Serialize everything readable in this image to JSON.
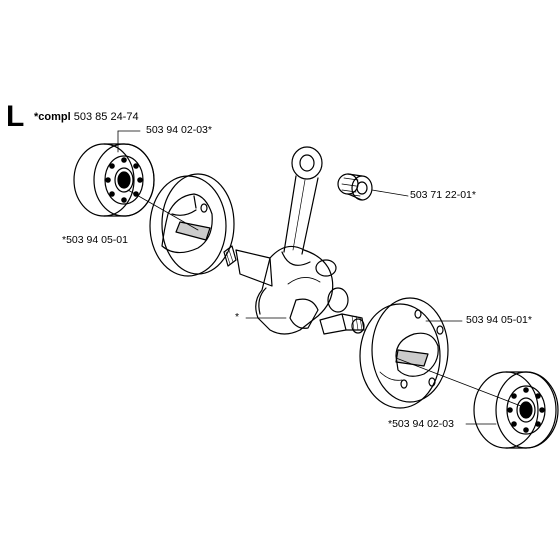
{
  "section_letter": "L",
  "header": {
    "compl_prefix": "*compl",
    "assembly_number": "503 85 24-74"
  },
  "callouts": {
    "bearing_top_left": "503 94 02-03*",
    "half_top_left": "*503 94 05-01",
    "needle_bearing": "503 71 22-01*",
    "crankshaft": "*",
    "half_right": "503 94 05-01*",
    "bearing_bottom_right": "*503 94 02-03"
  }
}
